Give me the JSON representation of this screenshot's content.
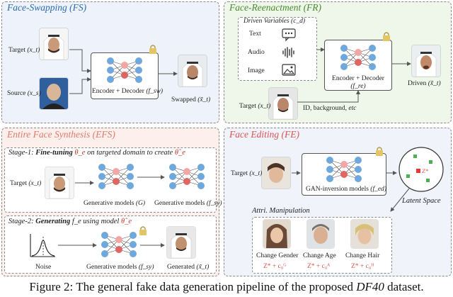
{
  "panels": {
    "fs": {
      "title": "Face-Swapping (FS)",
      "target_label": "Target",
      "target_sym": "(x_t)",
      "source_label": "Source",
      "source_sym": "(x_s)",
      "net_label": "Encoder + Decoder",
      "net_sym": "(f_sw)",
      "out_label": "Swapped",
      "out_sym": "(x̃_t)"
    },
    "fr": {
      "title": "Face-Reenactment (FR)",
      "driven_title": "Driven Variables",
      "driven_sym": "(c_d)",
      "inputs": [
        "Text",
        "Audio",
        "Image"
      ],
      "net_label": "Encoder + Decoder",
      "net_sym": "(f_re)",
      "out_label": "Driven",
      "out_sym": "(x̃_t)",
      "target_label": "Target",
      "target_sym": "(x_t)",
      "extra": "ID, background,",
      "extra_etc": "etc"
    },
    "efs": {
      "title": "Entire Face Synthesis (EFS)",
      "stage1_prefix": "Stage-1: ",
      "stage1_bold": "Fine-tuning",
      "stage1_theta": "θ_e",
      "stage1_rest": "on targeted domain to create",
      "stage1_theta_hat": "θ̂_e",
      "target_label": "Target",
      "target_sym": "(x_t)",
      "gen_label": "Generative models",
      "gen_sym": "(G)",
      "gen2_label": "Generative models",
      "gen2_sym": "(f_sy)",
      "stage2_prefix": "Stage-2: ",
      "stage2_bold": "Generating",
      "stage2_f": "f_e",
      "stage2_rest": "using model",
      "stage2_theta_hat": "θ̂_e",
      "noise_label": "Noise",
      "gen3_label": "Generative models",
      "gen3_sym": "(f_sy)",
      "out_label": "Generated",
      "out_sym": "(x̃_t)"
    },
    "fe": {
      "title": "Face Editing (FE)",
      "target_label": "Target",
      "target_sym": "(x_t)",
      "net_label": "GAN-inversion models",
      "net_sym": "(f_ed)",
      "latent_label": "Latent Space",
      "latent_point": "Z*",
      "manip_title": "Attri. Manipulation",
      "edits": [
        {
          "label": "Change Gender",
          "formula": "Z* + c₀ᴳ"
        },
        {
          "label": "Change Age",
          "formula": "Z* + c₀ᴬ"
        },
        {
          "label": "Change Hair",
          "formula": "Z* + c₀ᴴ"
        }
      ]
    }
  },
  "caption": {
    "prefix": "Figure 2: The general fake data generation pipeline of the proposed",
    "name": "DF40",
    "suffix": "dataset."
  },
  "colors": {
    "fs_bg": "#eef2fa",
    "fr_bg": "#eef7ea",
    "efs_bg": "#fcefec",
    "fe_bg": "#f1f3fb",
    "fs_title": "#2b6cb0",
    "fr_title": "#4a8a2e",
    "efs_title": "#e07b6b",
    "fe_title": "#d9534f",
    "node_blue": "#6fa8dc",
    "node_pink": "#f4a6a6",
    "node_red": "#e06666"
  }
}
